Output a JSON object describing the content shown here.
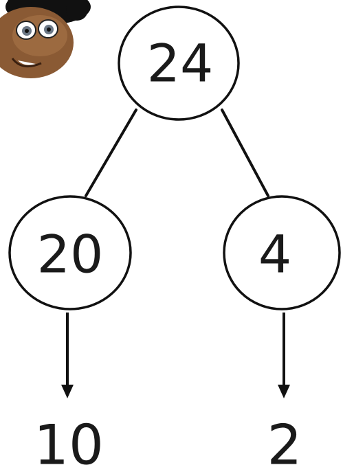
{
  "tree": {
    "root": {
      "value": "24"
    },
    "left": {
      "value": "20"
    },
    "right": {
      "value": "4"
    },
    "left_result": {
      "value": "10"
    },
    "right_result": {
      "value": "2"
    }
  },
  "mascot": {
    "icon": "cartoon-face-icon"
  },
  "colors": {
    "line": "#111111",
    "text": "#1a1a1a",
    "skin": "#8a5a34",
    "hair": "#111111"
  }
}
